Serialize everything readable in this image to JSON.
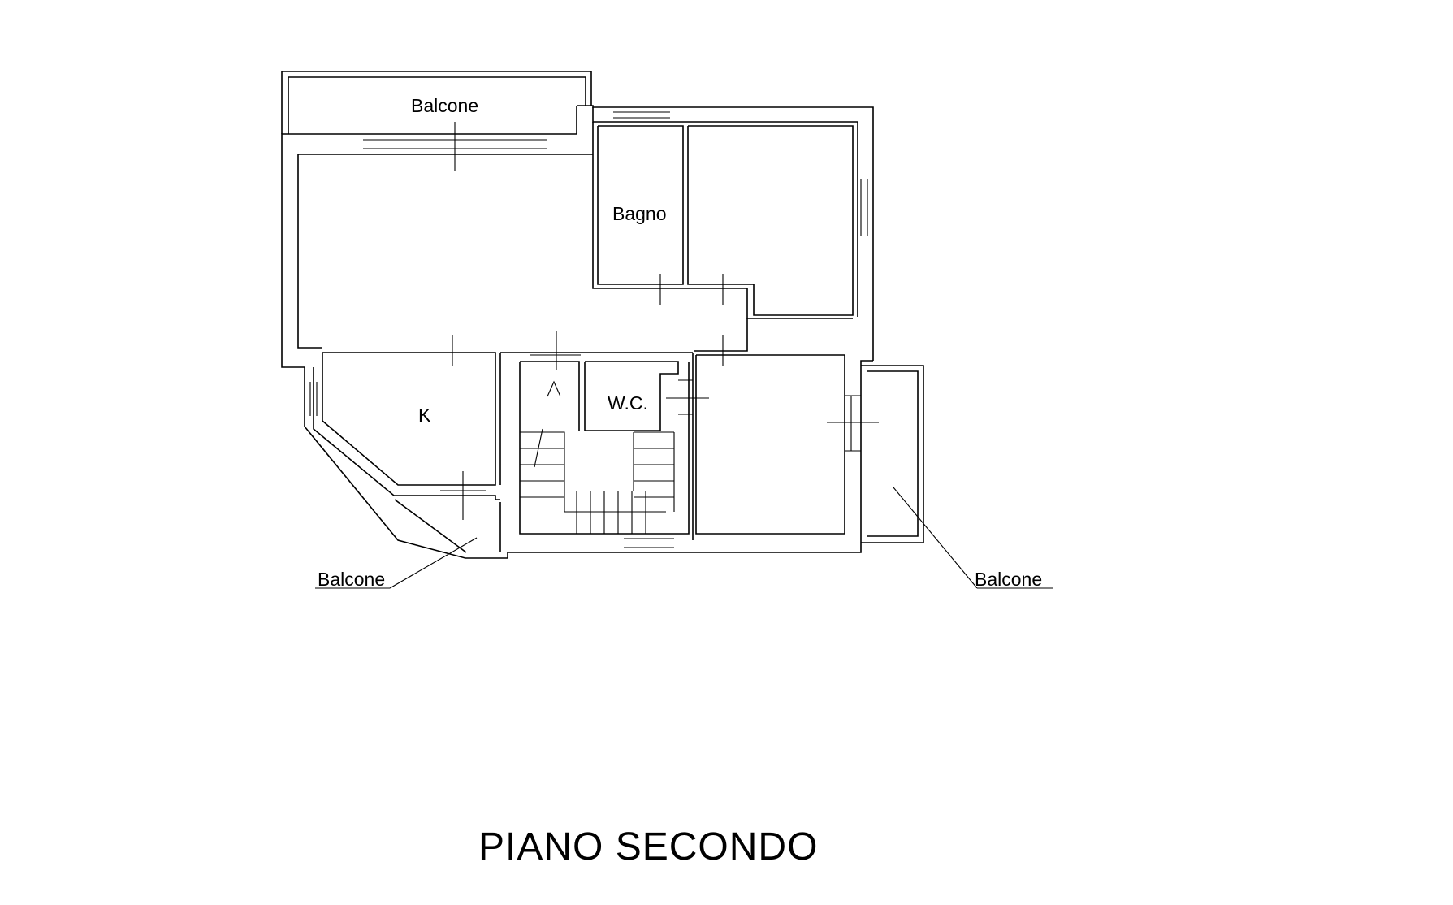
{
  "labels": {
    "balcone_top": "Balcone",
    "bagno": "Bagno",
    "kitchen": "K",
    "wc": "W.C.",
    "balcone_left": "Balcone",
    "balcone_right": "Balcone"
  },
  "title": "PIANO SECONDO",
  "colors": {
    "ink": "#000000",
    "background": "#ffffff"
  }
}
